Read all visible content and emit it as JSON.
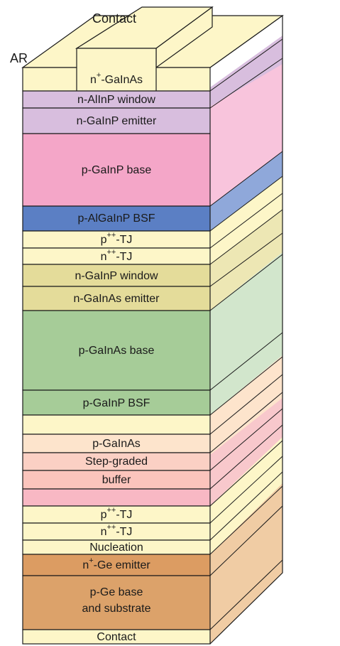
{
  "labels": {
    "top_contact": "Contact",
    "ar": "AR"
  },
  "layers": [
    {
      "id": "cap",
      "text": "GaInAs",
      "prefix": "n",
      "sup": "+",
      "suffix": "-GaInAs",
      "front": "#fdf6c8",
      "side": "#fdf6c8"
    },
    {
      "id": "window1",
      "text": "n-AlInP window",
      "front": "#d8bede",
      "side": "#d8bede"
    },
    {
      "id": "emitter1",
      "text": "n-GaInP emitter",
      "front": "#d8bede",
      "side": "#d8bede"
    },
    {
      "id": "base1",
      "text": "p-GaInP base",
      "front": "#f4a6c8",
      "side": "#f8c4dc"
    },
    {
      "id": "bsf1",
      "text": "p-AlGaInP BSF",
      "front": "#5b7fc4",
      "side": "#8fa8da"
    },
    {
      "id": "tj1p",
      "prefix": "p",
      "sup": "++",
      "suffix": "-TJ",
      "front": "#fdf6c8",
      "side": "#fdf6c8"
    },
    {
      "id": "tj1n",
      "prefix": "n",
      "sup": "++",
      "suffix": "-TJ",
      "front": "#fdf6c8",
      "side": "#fdf6c8"
    },
    {
      "id": "window2",
      "text": "n-GaInP window",
      "front": "#e4dc9a",
      "side": "#ede7b4"
    },
    {
      "id": "emitter2",
      "text": "n-GaInAs emitter",
      "front": "#e4dc9a",
      "side": "#ede7b4"
    },
    {
      "id": "base2",
      "text": "p-GaInAs base",
      "front": "#a6cc98",
      "side": "#d2e6cc"
    },
    {
      "id": "bsf2",
      "text": "p-GaInP BSF",
      "front": "#a6cc98",
      "side": "#c4dcb4"
    },
    {
      "id": "buf0",
      "text": "",
      "front": "#fdf6c8",
      "side": "#fdf6c8"
    },
    {
      "id": "buf1",
      "text": "p-GaInAs",
      "front": "#fde4cc",
      "side": "#fde4cc"
    },
    {
      "id": "buf2",
      "text": "Step-graded",
      "front": "#fbd0c4",
      "side": "#fbd0c4"
    },
    {
      "id": "buf3",
      "text": "buffer",
      "front": "#fbc4bc",
      "side": "#fbc4bc"
    },
    {
      "id": "buf4",
      "text": "",
      "front": "#f8b8c4",
      "side": "#f8b8c4"
    },
    {
      "id": "tj2p",
      "prefix": "p",
      "sup": "++",
      "suffix": "-TJ",
      "front": "#fdf6c8",
      "side": "#fdf6c8"
    },
    {
      "id": "tj2n",
      "prefix": "n",
      "sup": "++",
      "suffix": "-TJ",
      "front": "#fdf6c8",
      "side": "#fdf6c8"
    },
    {
      "id": "nucleation",
      "text": "Nucleation",
      "front": "#fdf6c8",
      "side": "#fdf6c8"
    },
    {
      "id": "ge_emitter",
      "prefix": "n",
      "sup": "+",
      "suffix": "-Ge emitter",
      "front": "#dc9c62",
      "side": "#f0cca4"
    },
    {
      "id": "ge_base_line1",
      "text": "p-Ge base",
      "front": "#dca26a",
      "side": "#f0cca4"
    },
    {
      "id": "ge_base_line2",
      "text": "and substrate",
      "front": "#dca26a",
      "side": "#f0cca4"
    },
    {
      "id": "bottom_contact",
      "text": "Contact",
      "front": "#fdf6c8",
      "side": "#fdf6c8"
    }
  ],
  "colors": {
    "outline": "#1a1a1a",
    "contact": "#fdf6c8",
    "top_cell_side": "#f8c4dc",
    "middle_cell_side": "#d2e6cc",
    "bottom_cell_side": "#f0cca4"
  }
}
